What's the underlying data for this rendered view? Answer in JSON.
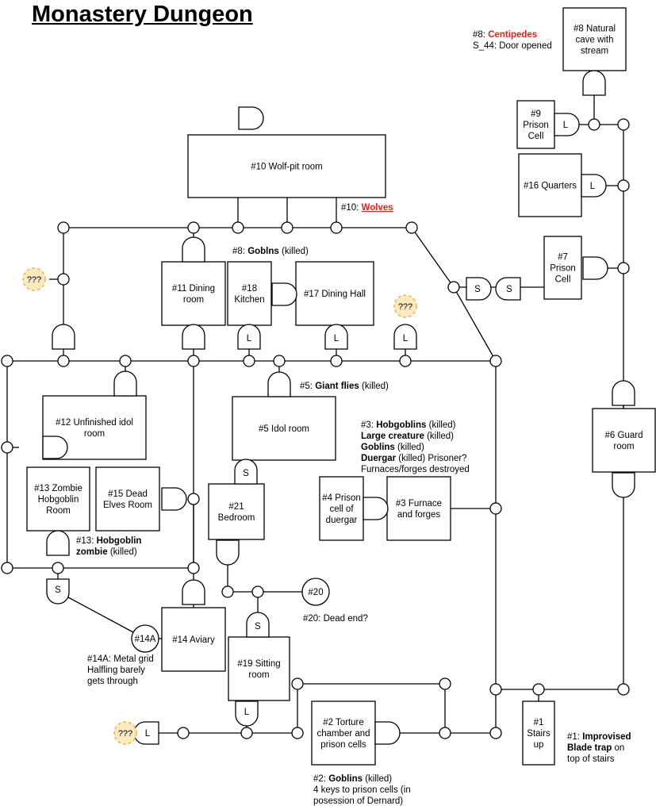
{
  "title": "Monastery Dungeon",
  "colors": {
    "line": "#000000",
    "highlight": "#e02020",
    "unknown_fill": "#fde9c0",
    "unknown_stroke": "#e8b84a"
  },
  "rooms": {
    "r8": [
      "#8 Natural",
      "cave with",
      "stream"
    ],
    "r9": [
      "#9",
      "Prison",
      "Cell"
    ],
    "r16": [
      "#16 Quarters"
    ],
    "r7": [
      "#7",
      "Prison",
      "Cell"
    ],
    "r6": [
      "#6 Guard",
      "room"
    ],
    "r10": [
      "#10 Wolf-pit room"
    ],
    "r11": [
      "#11 Dining",
      "room"
    ],
    "r18": [
      "#18",
      "Kitchen"
    ],
    "r17": [
      "#17 Dining Hall"
    ],
    "r12": [
      "#12 Unfinished idol",
      "room"
    ],
    "r5": [
      "#5 Idol room"
    ],
    "r13": [
      "#13 Zombie",
      "Hobgoblin",
      "Room"
    ],
    "r15": [
      "#15 Dead",
      "Elves Room"
    ],
    "r21": [
      "#21",
      "Bedroom"
    ],
    "r4": [
      "#4 Prison",
      "cell of",
      "duergar"
    ],
    "r3": [
      "#3 Furnace",
      "and forges"
    ],
    "r14": [
      "#14 Aviary"
    ],
    "r19": [
      "#19 Sitting",
      "room"
    ],
    "r2": [
      "#2 Torture",
      "chamber and",
      "prison cells"
    ],
    "r1": [
      "#1",
      "Stairs",
      "up"
    ]
  },
  "circle_labels": {
    "c20": "#20",
    "c14a": "#14A"
  },
  "unknown": "???",
  "door_labels": {
    "lock": "L",
    "secret": "S"
  },
  "notes": {
    "n8_prefix": "#8: ",
    "n8_creature": "Centipedes",
    "n8_line2": "S_44: Door opened",
    "n10_prefix": "#10: ",
    "n10_creature": "Wolves",
    "n_gob_prefix": "#8: ",
    "n_gob_creature": "Goblns",
    "n_gob_status": " (killed)",
    "n5_prefix": "#5: ",
    "n5_creature": "Giant flies",
    "n5_status": " (killed)",
    "n3_prefix": "#3: ",
    "n3_c1": "Hobgoblins",
    "n3_s1": " (killed)",
    "n3_c2": "Large creature",
    "n3_s2": " (killed)",
    "n3_c3": "Goblins",
    "n3_s3": " (killed)",
    "n3_c4": "Duergar",
    "n3_s4": " (killed) Prisoner?",
    "n3_line5": "Furnaces/forges destroyed",
    "n13_prefix": "#13: ",
    "n13_c1": "Hobgoblin",
    "n13_c2": "zombie",
    "n13_status": " (killed)",
    "n20": "#20: Dead end?",
    "n14a_l1": "#14A: Metal grid",
    "n14a_l2": "Halfling barely",
    "n14a_l3": "gets through",
    "n1_prefix": "#1: ",
    "n1_c1": "Improvised",
    "n1_c2": "Blade trap",
    "n1_s2": " on",
    "n1_l3": "top of stairs",
    "n2_prefix": "#2: ",
    "n2_creature": "Goblins",
    "n2_status": " (killed)",
    "n2_l2": "4 keys to prison cells (in",
    "n2_l3": "posession of Dernard)"
  }
}
